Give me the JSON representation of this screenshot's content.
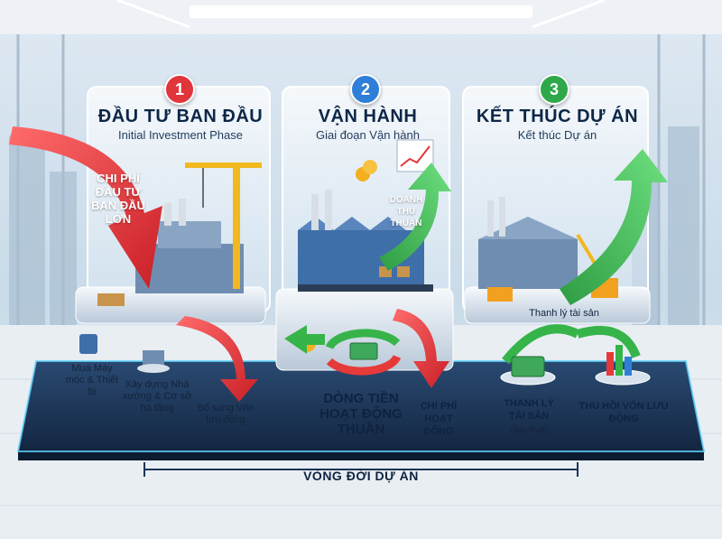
{
  "stages": [
    {
      "number": "1",
      "title": "ĐẦU TƯ BAN ĐẦU",
      "subtitle": "Initial Investment Phase",
      "badge_color": "#e0353a"
    },
    {
      "number": "2",
      "title": "VẬN HÀNH",
      "subtitle": "Giai đoạn Vận hành",
      "badge_color": "#2f7fd8"
    },
    {
      "number": "3",
      "title": "KẾT THÚC DỰ ÁN",
      "subtitle": "Kết thúc Dự án",
      "badge_color": "#2fa84a"
    }
  ],
  "arrows": {
    "initial_cost": "CHI PHÍ ĐẦU TƯ BAN ĐẦU LỚN",
    "revenue": "DOANH THU THUẦN"
  },
  "labels": {
    "machinery": "Mua Máy móc & Thiết bị",
    "construction": "Xây dựng Nhà xưởng & Cơ sở hạ tầng",
    "working_capital_add": "Bổ sung Vốn lưu động",
    "operating_cash_flow": "DÒNG TIỀN HOẠT ĐỘNG THUẦN",
    "operating_cost": "CHI PHÍ HOẠT ĐỘNG",
    "asset_liquidation_caption": "Thanh lý tài sản",
    "asset_liquidation": "THANH LÝ TÀI SẢN",
    "after_tax": "(Sau thuế)",
    "working_capital_recovery": "THU HỒI VỐN LƯU ĐỘNG"
  },
  "footer": "VÒNG ĐỜI DỰ ÁN",
  "colors": {
    "negative": "#e63a3a",
    "positive": "#36b44a",
    "platform": "#1b3558",
    "glow": "#5fd3ff"
  }
}
